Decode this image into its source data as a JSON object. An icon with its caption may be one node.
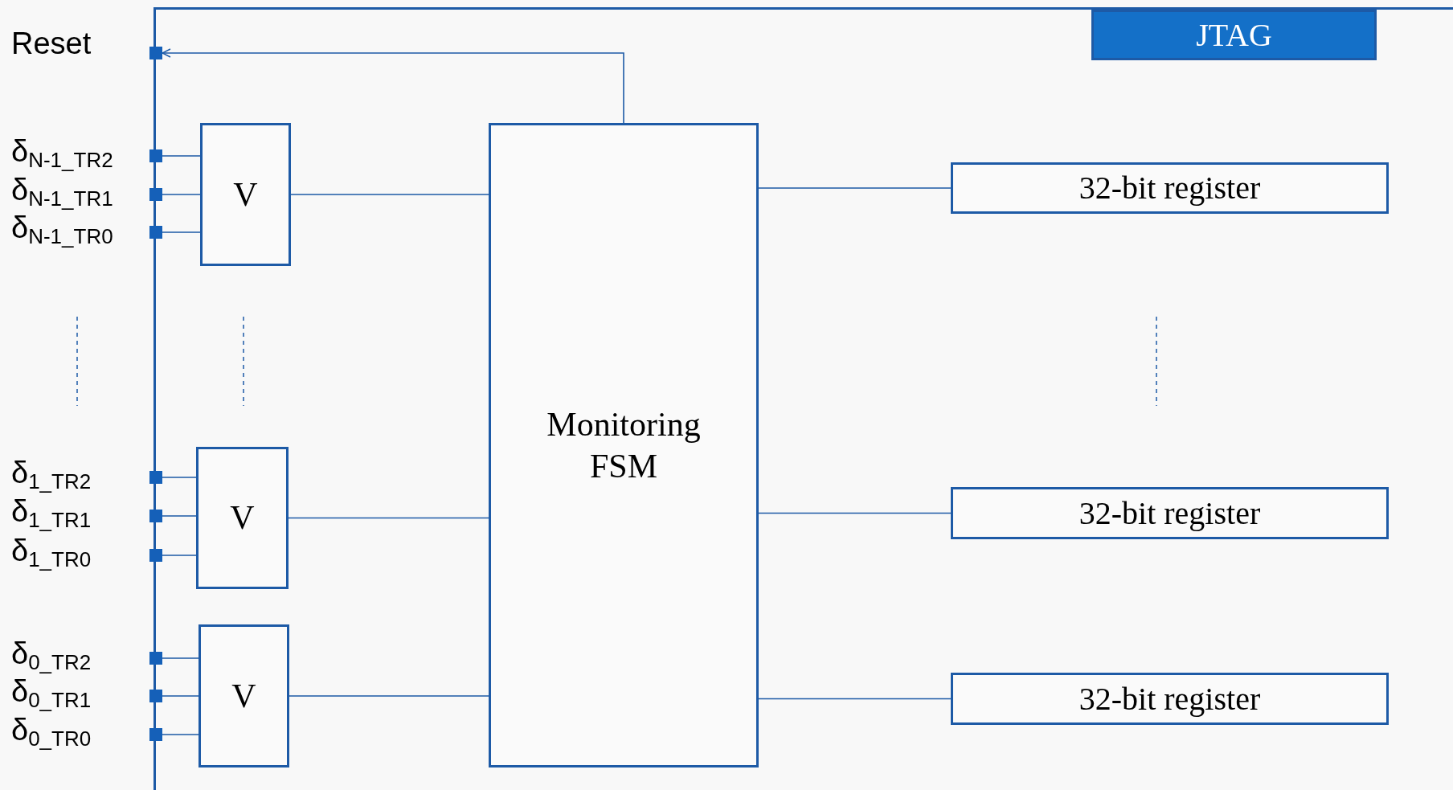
{
  "diagram": {
    "nodes": [
      {
        "text": [],
        "shape": "box"
      },
      {
        "text": [
          "JTAG"
        ],
        "in": 0
      },
      {
        "text": [
          "Reset"
        ]
      },
      {
        "text": [
          "δ$_{N-1_TR2}$"
        ]
      },
      {
        "text": [
          "δ$_{N-1_TR1}$"
        ]
      },
      {
        "text": [
          "δ$_{N-1_TR0}$"
        ]
      },
      {
        "text": [
          "V"
        ],
        "in": 0
      },
      {
        "text": [
          "Monitoring FSM"
        ],
        "in": 0
      },
      {
        "text": [
          "32-bit register"
        ],
        "in": 0
      },
      {
        "text": [
          "δ$_{1_TR2}$"
        ]
      },
      {
        "text": [
          "δ$_{1_TR1}$"
        ]
      },
      {
        "text": [
          "δ$_{1_TR0}$"
        ]
      },
      {
        "text": [
          "V"
        ],
        "in": 0
      },
      {
        "text": [
          "32-bit register"
        ],
        "in": 0
      },
      {
        "text": [
          "δ$_{0_TR2}$"
        ]
      },
      {
        "text": [
          "δ$_{0_TR1}$"
        ]
      },
      {
        "text": [
          "δ$_{0_TR0}$"
        ]
      },
      {
        "text": [
          "V"
        ],
        "in": 0
      },
      {
        "text": [
          "32-bit register"
        ],
        "in": 0
      }
    ],
    "edges": [
      {
        "from": 7,
        "to": 2,
        "arrow": "to"
      },
      {
        "from": 3,
        "to": 6,
        "arrow": "none"
      },
      {
        "from": 4,
        "to": 6,
        "arrow": "none"
      },
      {
        "from": 5,
        "to": 6,
        "arrow": "none"
      },
      {
        "from": 6,
        "to": 7,
        "arrow": "none"
      },
      {
        "from": 7,
        "to": 8,
        "arrow": "none"
      },
      {
        "from": 9,
        "to": 12,
        "arrow": "none"
      },
      {
        "from": 10,
        "to": 12,
        "arrow": "none"
      },
      {
        "from": 11,
        "to": 12,
        "arrow": "none"
      },
      {
        "from": 12,
        "to": 7,
        "arrow": "none"
      },
      {
        "from": 7,
        "to": 13,
        "arrow": "none"
      },
      {
        "from": 14,
        "to": 17,
        "arrow": "none"
      },
      {
        "from": 15,
        "to": 17,
        "arrow": "none"
      },
      {
        "from": 16,
        "to": 17,
        "arrow": "none"
      },
      {
        "from": 17,
        "to": 7,
        "arrow": "none"
      },
      {
        "from": 7,
        "to": 18,
        "arrow": "none"
      }
    ]
  }
}
